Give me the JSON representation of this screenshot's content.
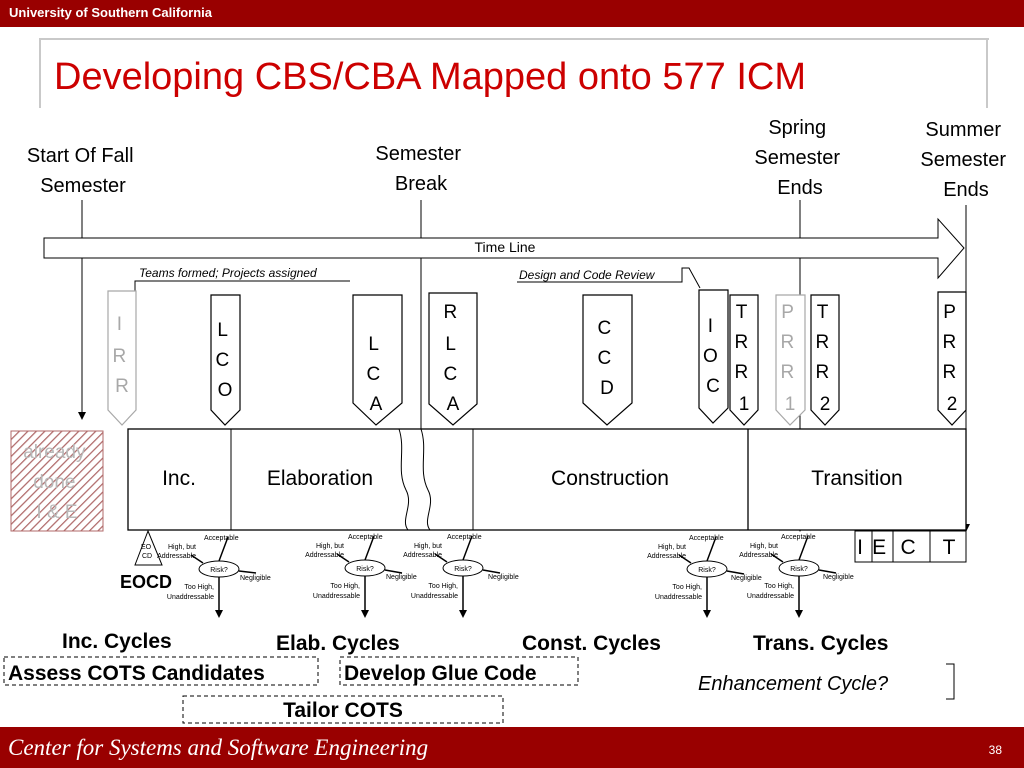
{
  "header": {
    "university": "University of Southern California"
  },
  "title": "Developing CBS/CBA Mapped onto 577 ICM",
  "events": {
    "start_fall": [
      "Start Of Fall",
      "Semester"
    ],
    "semester_break": [
      "Semester",
      "Break"
    ],
    "spring_ends": [
      "Spring",
      "Semester",
      "Ends"
    ],
    "summer_ends": [
      "Summer",
      "Semester",
      "Ends"
    ]
  },
  "timeline_label": "Time Line",
  "notes": {
    "teams": "Teams formed; Projects assigned",
    "review": "Design and Code Review"
  },
  "milestones": {
    "irr": [
      "I",
      "R",
      "R"
    ],
    "lco": [
      "L",
      "C",
      "O"
    ],
    "lca": [
      "L",
      "C",
      "A"
    ],
    "rlca": [
      "R",
      "L",
      "C",
      "A"
    ],
    "ccd": [
      "C",
      "C",
      "D"
    ],
    "ioc": [
      "I",
      "O",
      "C"
    ],
    "trr1": [
      "T",
      "R",
      "R",
      "1"
    ],
    "prr1": [
      "P",
      "R",
      "R",
      "1"
    ],
    "trr2": [
      "T",
      "R",
      "R",
      "2"
    ],
    "prr2": [
      "P",
      "R",
      "R",
      "2"
    ]
  },
  "already_done": [
    "already",
    "done",
    "I & E"
  ],
  "phases": {
    "inc": "Inc.",
    "elaboration": "Elaboration",
    "construction": "Construction",
    "transition": "Transition"
  },
  "iect": [
    "I",
    "E",
    "C",
    "T"
  ],
  "eocd": "EOCD",
  "risk": {
    "center": "Risk?",
    "acceptable": "Acceptable",
    "negligible": "Negligible",
    "high_addressable": [
      "High, but",
      "Addressable"
    ],
    "too_high": [
      "Too High,",
      "Unaddressable"
    ],
    "eo_cd": [
      "EO",
      "CD"
    ]
  },
  "cycles": {
    "inc": "Inc. Cycles",
    "elab": "Elab. Cycles",
    "const": "Const. Cycles",
    "trans": "Trans. Cycles"
  },
  "activities": {
    "assess": "Assess COTS Candidates",
    "glue": "Develop Glue Code",
    "tailor": "Tailor COTS",
    "enhancement": "Enhancement Cycle?"
  },
  "footer": {
    "org": "Center for Systems and Software Engineering",
    "page": "38"
  },
  "colors": {
    "brand_red": "#990000",
    "title_red": "#cc0000",
    "grey_milestone": "#a8a8a8"
  }
}
